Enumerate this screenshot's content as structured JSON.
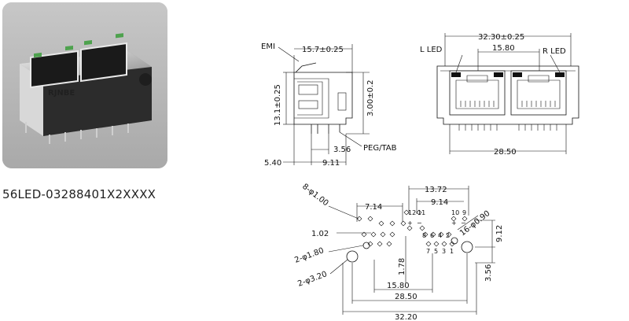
{
  "product": {
    "part_number": "56LED-03288401X2XXXX",
    "photo_watermark": "RJNBE"
  },
  "side_view": {
    "emi_label": "EMI",
    "width_dim": "15.7±0.25",
    "height_dim": "13.1±0.25",
    "pin_height_dim": "3.00±0.2",
    "peg_offset_dim": "3.56",
    "peg_label": "PEG/TAB",
    "front_offset_dim": "5.40",
    "pin_row_dim": "9.11"
  },
  "front_view": {
    "overall_width_dim": "32.30±0.25",
    "left_led_label": "L  LED",
    "right_led_label": "R  LED",
    "port_pitch_dim": "15.80",
    "base_width_dim": "28.50"
  },
  "footprint": {
    "pin_hole_note": "8-φ1.00",
    "small_hole_note": "2-φ1.80",
    "large_hole_note": "2-φ3.20",
    "led_hole_note": "16-φ0.90",
    "dim_7_14": "7.14",
    "dim_13_72": "13.72",
    "dim_9_14": "9.14",
    "dim_1_02": "1.02",
    "dim_1_78": "1.78",
    "dim_15_80": "15.80",
    "dim_28_50": "28.50",
    "dim_32_20": "32.20",
    "dim_9_12": "9.12",
    "dim_3_56": "3.56",
    "pin_labels_left": [
      "12",
      "11"
    ],
    "pin_labels_right": [
      "10",
      "9"
    ],
    "pin_labels_small": [
      "8",
      "6",
      "4",
      "2"
    ],
    "pin_labels_small_b": [
      "7",
      "5",
      "3",
      "1"
    ],
    "polarity_plus": "+",
    "polarity_minus": "−"
  }
}
